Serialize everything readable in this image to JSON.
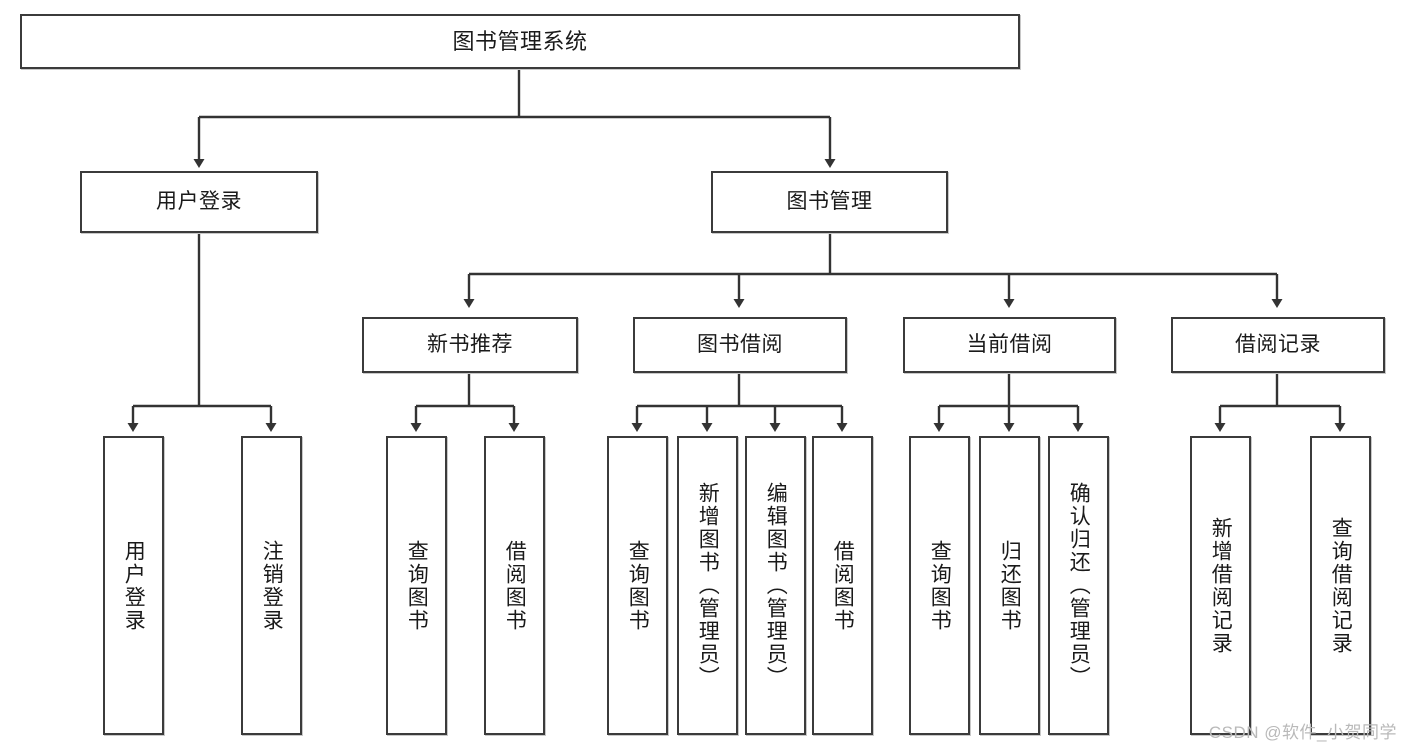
{
  "diagram": {
    "type": "tree",
    "title": "图书管理系统",
    "orientation": "top-down",
    "colors": {
      "background": "#ffffff",
      "box_border": "#3b3b3b",
      "box_fill": "#ffffff",
      "connector": "#333333",
      "text": "#1a1a1a",
      "watermark": "#b9b9b9"
    },
    "nodes": {
      "root": {
        "label": "图书管理系统"
      },
      "level2": [
        {
          "label": "用户登录"
        },
        {
          "label": "图书管理"
        }
      ],
      "level3": [
        {
          "label": "新书推荐"
        },
        {
          "label": "图书借阅"
        },
        {
          "label": "当前借阅"
        },
        {
          "label": "借阅记录"
        }
      ],
      "leaves_user_login": [
        {
          "label": "用户登录"
        },
        {
          "label": "注销登录"
        }
      ],
      "leaves_new_books": [
        {
          "label": "查询图书"
        },
        {
          "label": "借阅图书"
        }
      ],
      "leaves_borrow": [
        {
          "label": "查询图书"
        },
        {
          "label": "新增图书（管理员）"
        },
        {
          "label": "编辑图书（管理员）"
        },
        {
          "label": "借阅图书"
        }
      ],
      "leaves_current": [
        {
          "label": "查询图书"
        },
        {
          "label": "归还图书"
        },
        {
          "label": "确认归还（管理员）"
        }
      ],
      "leaves_records": [
        {
          "label": "新增借阅记录"
        },
        {
          "label": "查询借阅记录"
        }
      ]
    }
  },
  "watermark": {
    "text": "CSDN @软件_小贺同学"
  }
}
